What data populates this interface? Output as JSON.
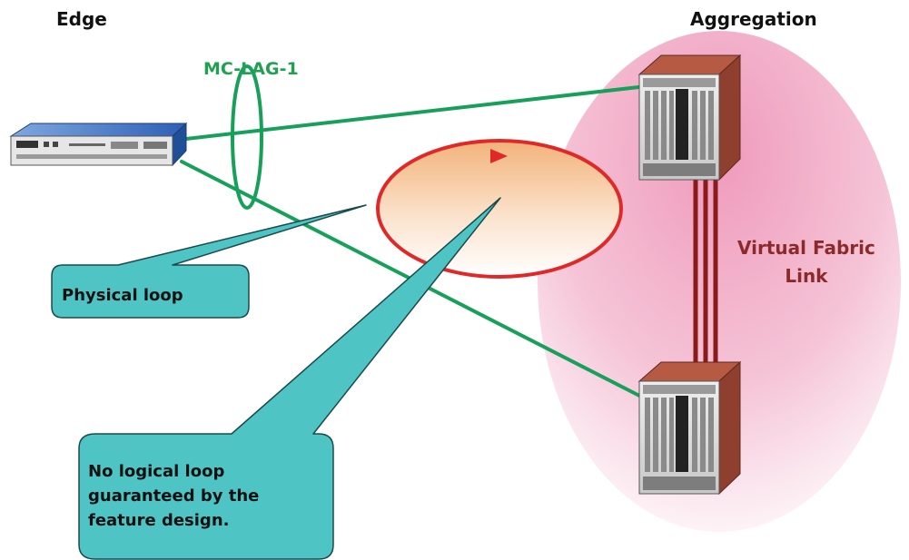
{
  "labels": {
    "edge": "Edge",
    "aggregation": "Aggregation",
    "mclag": "MC-LAG-1",
    "vfl_line1": "Virtual Fabric",
    "vfl_line2": "Link"
  },
  "callouts": {
    "physical_loop": "Physical loop",
    "logical_loop": "No logical loop guaranteed by the feature design."
  },
  "colors": {
    "link_green": "#17a05a",
    "lag_label_green": "#20a050",
    "vfl_red": "#8b1a1a",
    "vfl_label": "#8b2a2a",
    "loop_red": "#e02828",
    "callout_fill": "#4fc4c4",
    "aggregation_pink": "#f0a6c0"
  },
  "icons": {
    "edge_device": "edge-switch-icon",
    "aggregation_top": "aggregation-chassis-icon",
    "aggregation_bottom": "aggregation-chassis-icon"
  }
}
